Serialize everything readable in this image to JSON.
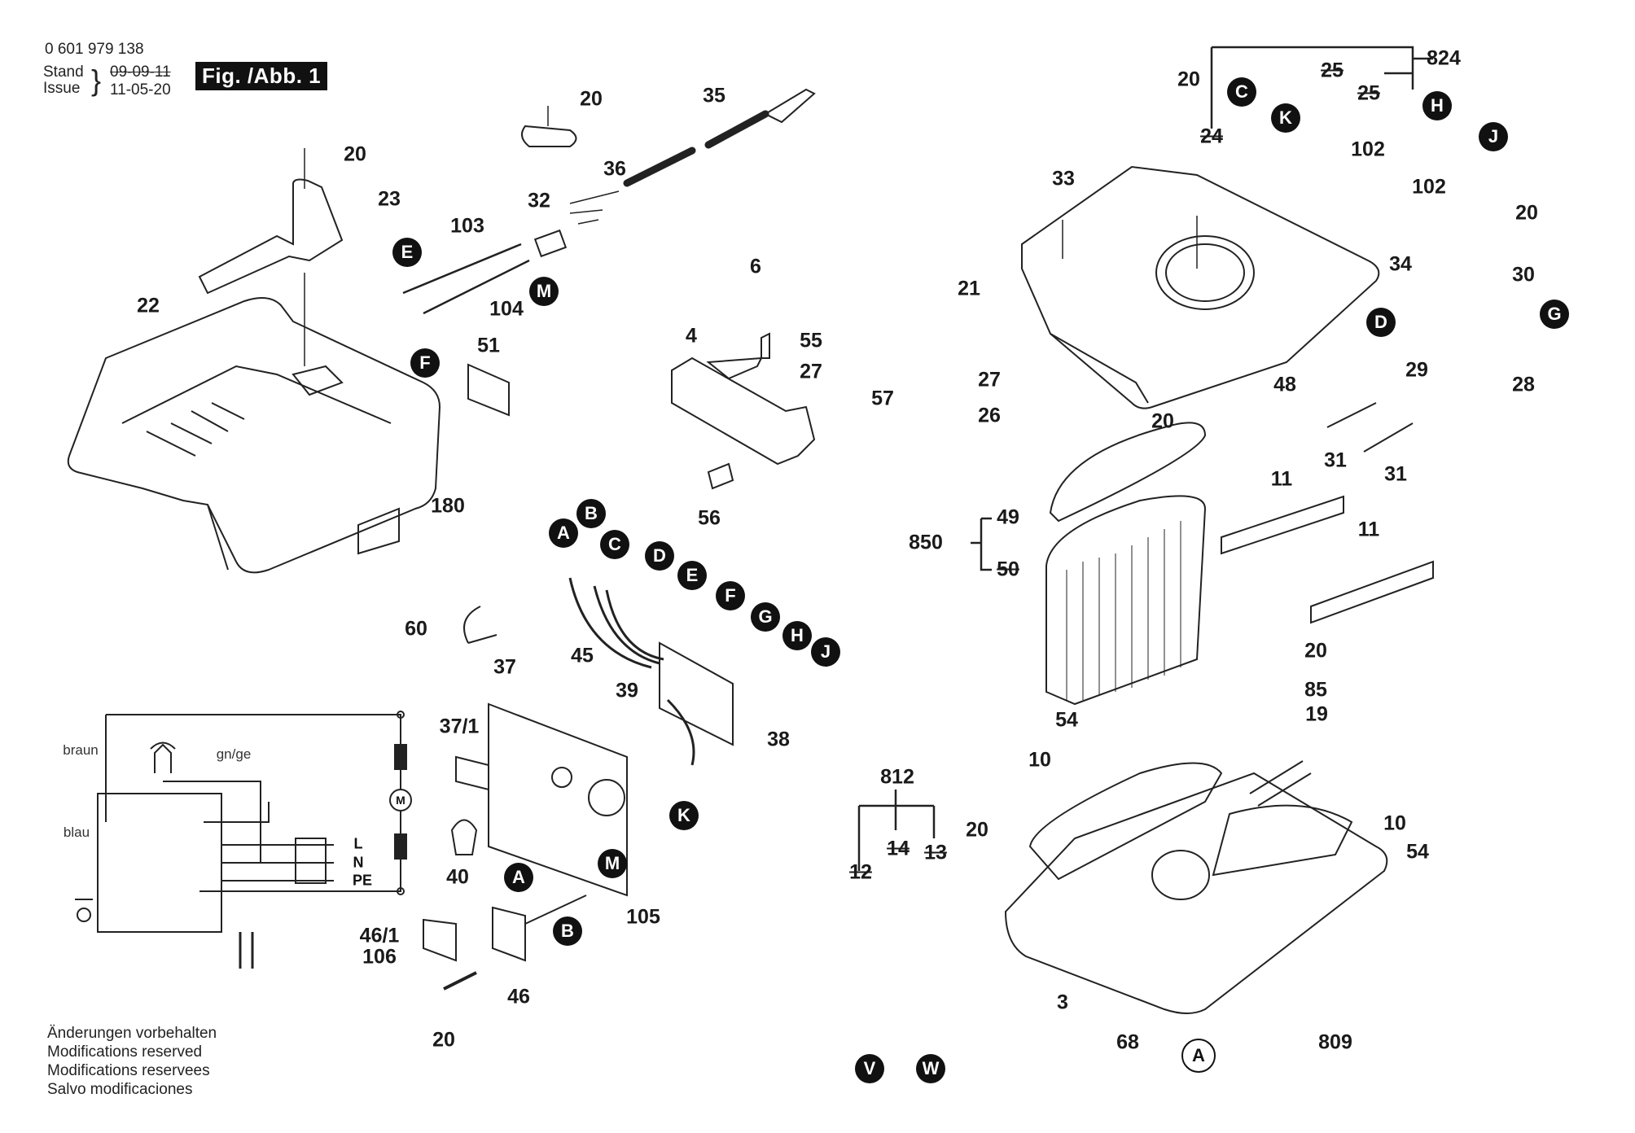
{
  "header": {
    "part_number": "0 601 979 138",
    "stand_label": "Stand",
    "issue_label": "Issue",
    "stand_date_obsolete": "09-09-11",
    "issue_date": "11-05-20",
    "figure_title": "Fig. /Abb. 1"
  },
  "notes": [
    "Änderungen vorbehalten",
    "Modifications reserved",
    "Modifications reservees",
    "Salvo modificaciones"
  ],
  "wiring": {
    "labels": [
      "braun",
      "gn/ge",
      "blau",
      "L",
      "N",
      "PE",
      "M"
    ]
  },
  "part_labels": [
    {
      "id": "20",
      "obsolete": false
    },
    {
      "id": "23",
      "obsolete": false
    },
    {
      "id": "22",
      "obsolete": false
    },
    {
      "id": "20",
      "obsolete": false
    },
    {
      "id": "35",
      "obsolete": false
    },
    {
      "id": "36",
      "obsolete": false
    },
    {
      "id": "32",
      "obsolete": false
    },
    {
      "id": "103",
      "obsolete": false
    },
    {
      "id": "104",
      "obsolete": false
    },
    {
      "id": "51",
      "obsolete": false
    },
    {
      "id": "180",
      "obsolete": false
    },
    {
      "id": "6",
      "obsolete": false
    },
    {
      "id": "4",
      "obsolete": false
    },
    {
      "id": "55",
      "obsolete": false
    },
    {
      "id": "27",
      "obsolete": false
    },
    {
      "id": "57",
      "obsolete": false
    },
    {
      "id": "56",
      "obsolete": false
    },
    {
      "id": "60",
      "obsolete": false
    },
    {
      "id": "37",
      "obsolete": false
    },
    {
      "id": "45",
      "obsolete": false
    },
    {
      "id": "39",
      "obsolete": false
    },
    {
      "id": "37/1",
      "obsolete": false
    },
    {
      "id": "38",
      "obsolete": false
    },
    {
      "id": "40",
      "obsolete": false
    },
    {
      "id": "105",
      "obsolete": false
    },
    {
      "id": "46/1",
      "obsolete": false
    },
    {
      "id": "106",
      "obsolete": false
    },
    {
      "id": "46",
      "obsolete": false
    },
    {
      "id": "20",
      "obsolete": false
    },
    {
      "id": "20",
      "obsolete": false
    },
    {
      "id": "824",
      "obsolete": false
    },
    {
      "id": "25",
      "obsolete": true
    },
    {
      "id": "25",
      "obsolete": true
    },
    {
      "id": "24",
      "obsolete": true
    },
    {
      "id": "102",
      "obsolete": false
    },
    {
      "id": "102",
      "obsolete": false
    },
    {
      "id": "33",
      "obsolete": false
    },
    {
      "id": "20",
      "obsolete": false
    },
    {
      "id": "34",
      "obsolete": false
    },
    {
      "id": "21",
      "obsolete": false
    },
    {
      "id": "30",
      "obsolete": false
    },
    {
      "id": "27",
      "obsolete": false
    },
    {
      "id": "29",
      "obsolete": false
    },
    {
      "id": "28",
      "obsolete": false
    },
    {
      "id": "48",
      "obsolete": false
    },
    {
      "id": "26",
      "obsolete": false
    },
    {
      "id": "20",
      "obsolete": false
    },
    {
      "id": "31",
      "obsolete": false
    },
    {
      "id": "31",
      "obsolete": false
    },
    {
      "id": "11",
      "obsolete": false
    },
    {
      "id": "11",
      "obsolete": false
    },
    {
      "id": "850",
      "obsolete": false
    },
    {
      "id": "49",
      "obsolete": false
    },
    {
      "id": "50",
      "obsolete": true
    },
    {
      "id": "20",
      "obsolete": false
    },
    {
      "id": "85",
      "obsolete": false
    },
    {
      "id": "19",
      "obsolete": false
    },
    {
      "id": "54",
      "obsolete": false
    },
    {
      "id": "812",
      "obsolete": false
    },
    {
      "id": "10",
      "obsolete": false
    },
    {
      "id": "10",
      "obsolete": false
    },
    {
      "id": "20",
      "obsolete": false
    },
    {
      "id": "14",
      "obsolete": true
    },
    {
      "id": "13",
      "obsolete": true
    },
    {
      "id": "12",
      "obsolete": true
    },
    {
      "id": "54",
      "obsolete": false
    },
    {
      "id": "3",
      "obsolete": false
    },
    {
      "id": "68",
      "obsolete": false
    },
    {
      "id": "809",
      "obsolete": false
    }
  ],
  "connector_markers": [
    "E",
    "F",
    "M",
    "A",
    "B",
    "C",
    "D",
    "E",
    "F",
    "G",
    "H",
    "J",
    "K",
    "A",
    "M",
    "B",
    "C",
    "K",
    "H",
    "J",
    "D",
    "G",
    "V",
    "W"
  ],
  "reference_marker": "A"
}
